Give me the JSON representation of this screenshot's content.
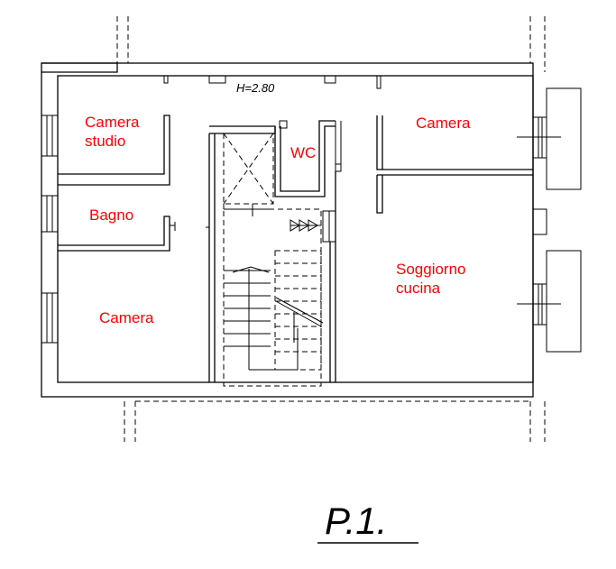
{
  "ceiling_height": "H=2.80",
  "rooms": {
    "camera_studio": [
      "Camera",
      "studio"
    ],
    "bagno": "Bagno",
    "camera_left": "Camera",
    "wc": "WC",
    "camera_right": "Camera",
    "soggiorno": [
      "Soggiorno",
      "cucina"
    ]
  },
  "floor_label": "P.1."
}
